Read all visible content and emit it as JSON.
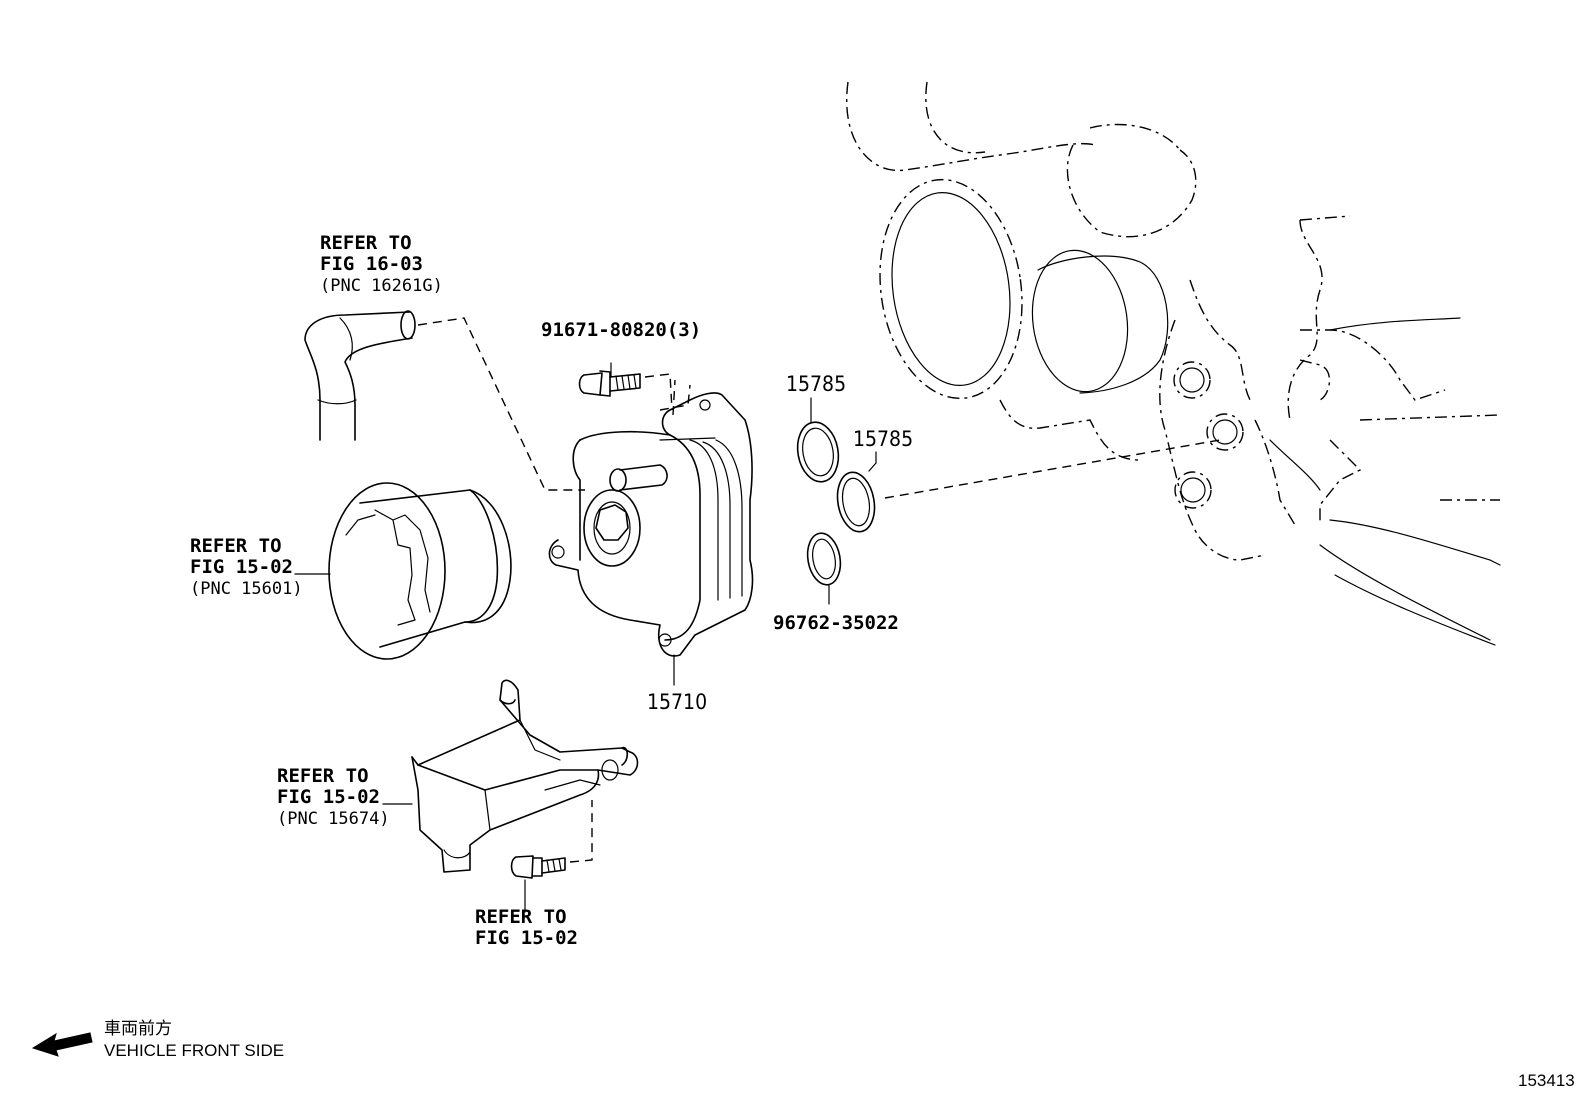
{
  "callouts": {
    "hose": {
      "line1": "REFER TO",
      "line2": "FIG 16-03",
      "line3": "(PNC 16261G)"
    },
    "filter": {
      "line1": "REFER TO",
      "line2": "FIG 15-02",
      "line3": "(PNC 15601)"
    },
    "pan": {
      "line1": "REFER TO",
      "line2": "FIG 15-02",
      "line3": "(PNC 15674)"
    },
    "bolt_bottom": {
      "line1": "REFER TO",
      "line2": "FIG 15-02"
    }
  },
  "parts": {
    "bolt": "91671-80820(3)",
    "oring_upper": "15785",
    "oring_lower": "15785",
    "oring_small": "96762-35022",
    "cooler": "15710"
  },
  "legend": {
    "jp_text": "車両前方",
    "en_text": "VEHICLE FRONT SIDE"
  },
  "figure_id": "153413"
}
